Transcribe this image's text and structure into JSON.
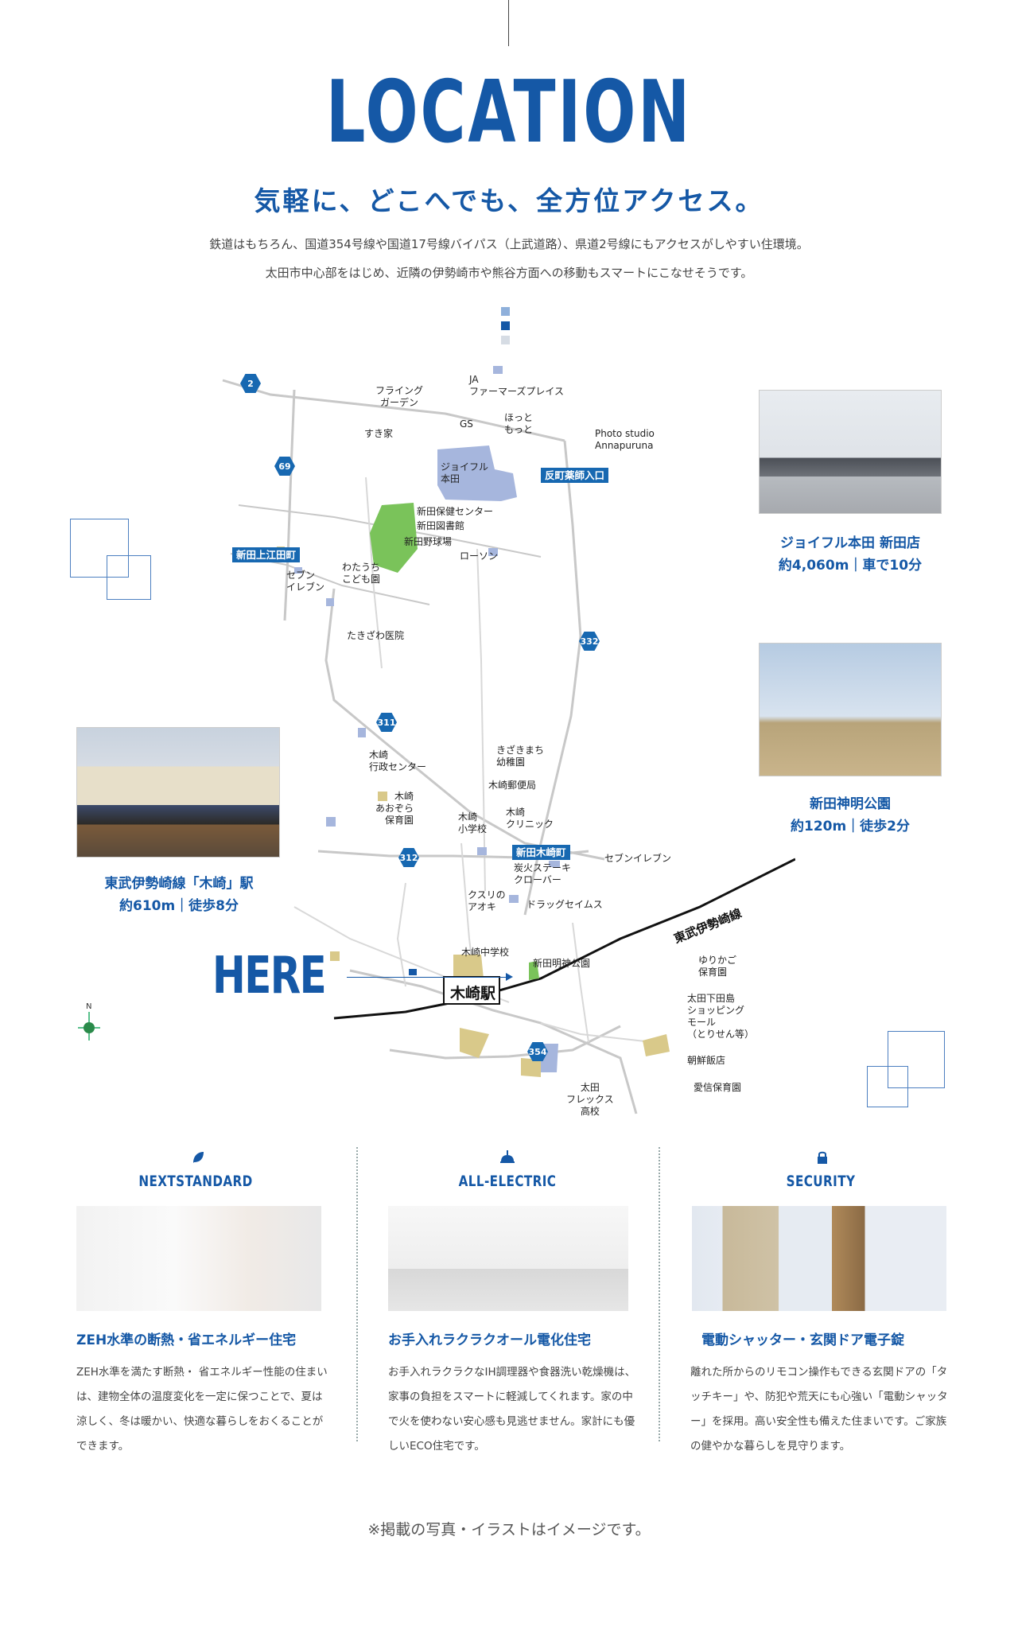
{
  "header": {
    "logo": "LOCATION",
    "subhead": "気軽に、どこへでも、全方位アクセス。",
    "lead1": "鉄道はもちろん、国道354号線や国道17号線バイパス（上武道路）、県道2号線にもアクセスがしやすい住環境。",
    "lead2": "太田市中心部をはじめ、近隣の伊勢崎市や熊谷方面への移動もスマートにこなせそうです。"
  },
  "map": {
    "routes": [
      "2",
      "69",
      "332",
      "311",
      "312",
      "354"
    ],
    "stations": {
      "kizaki": "木崎駅",
      "line": "東武伊勢崎線"
    },
    "intersections": [
      "反町薬師入口",
      "新田上江田町",
      "新田木崎町"
    ],
    "places": {
      "flying_garden": "フライング\nガーデン",
      "ja": "JA\nファーマーズプレイス",
      "hotto": "ほっと\nもっと",
      "gs": "GS",
      "sukiya": "すき家",
      "photo_studio": "Photo studio\nAnnapuruna",
      "joyful": "ジョイフル\n本田",
      "hoken": "新田保健センター",
      "library": "新田図書館",
      "baseball": "新田野球場",
      "lawson": "ローソン",
      "watauchi": "わたうち\nこども園",
      "seven1": "セブン\nイレブン",
      "takizawa": "たきざわ医院",
      "kizaki_center": "木崎\n行政センター",
      "kizakimachi": "きざきまち\n幼稚園",
      "post": "木崎郵便局",
      "aozora": "木崎\nあおぞら\n保育園",
      "elementary": "木崎\n小学校",
      "clinic": "木崎\nクリニック",
      "seven2": "セブンイレブン",
      "steak": "炭火ステーキ\nクローバー",
      "kusuri": "クスリの\nアオキ",
      "drug": "ドラッグセイムス",
      "junior": "木崎中学校",
      "shinmei": "新田明神公園",
      "yurikago": "ゆりかご\n保育園",
      "mall": "太田下田島\nショッピング\nモール\n（とりせん等）",
      "asahi": "朝鮮飯店",
      "aishin": "愛信保育園",
      "flex": "太田\nフレックス\n高校"
    },
    "compass": "N",
    "here": "HERE"
  },
  "photos": [
    {
      "title": "ジョイフル本田 新田店",
      "sub": "約4,060m｜車で10分"
    },
    {
      "title": "新田神明公園",
      "sub": "約120m｜徒歩2分"
    },
    {
      "title": "東武伊勢崎線「木崎」駅",
      "sub": "約610m｜徒歩8分"
    }
  ],
  "features": [
    {
      "label": "NEXTSTANDARD",
      "icon": "leaf-icon",
      "heading": "ZEH水準の断熱・省エネルギー住宅",
      "body": "ZEH水準を満たす断熱・ 省エネルギー性能の住まいは、建物全体の温度変化を一定に保つことで、夏は涼しく、冬は暖かい、快適な暮らしをおくることができます。"
    },
    {
      "label": "ALL-ELECTRIC",
      "icon": "lamp-icon",
      "heading": "お手入れラクラクオール電化住宅",
      "body": "お手入れラクラクなIH調理器や食器洗い乾燥機は、家事の負担をスマートに軽減してくれます。家の中で火を使わない安心感も見逃せません。家計にも優しいECO住宅です。"
    },
    {
      "label": "SECURITY",
      "icon": "lock-icon",
      "heading": "電動シャッター・玄関ドア電子錠",
      "body": "離れた所からのリモコン操作もできる玄関ドアの「タッチキー」や、防犯や荒天にも心強い「電動シャッター」を採用。高い安全性も備えた住まいです。ご家族の健やかな暮らしを見守ります。"
    }
  ],
  "footer": {
    "note": "※掲載の写真・イラストはイメージです。"
  },
  "colors": {
    "brand": "#1558a6",
    "accent_light": "#8fb0db"
  }
}
